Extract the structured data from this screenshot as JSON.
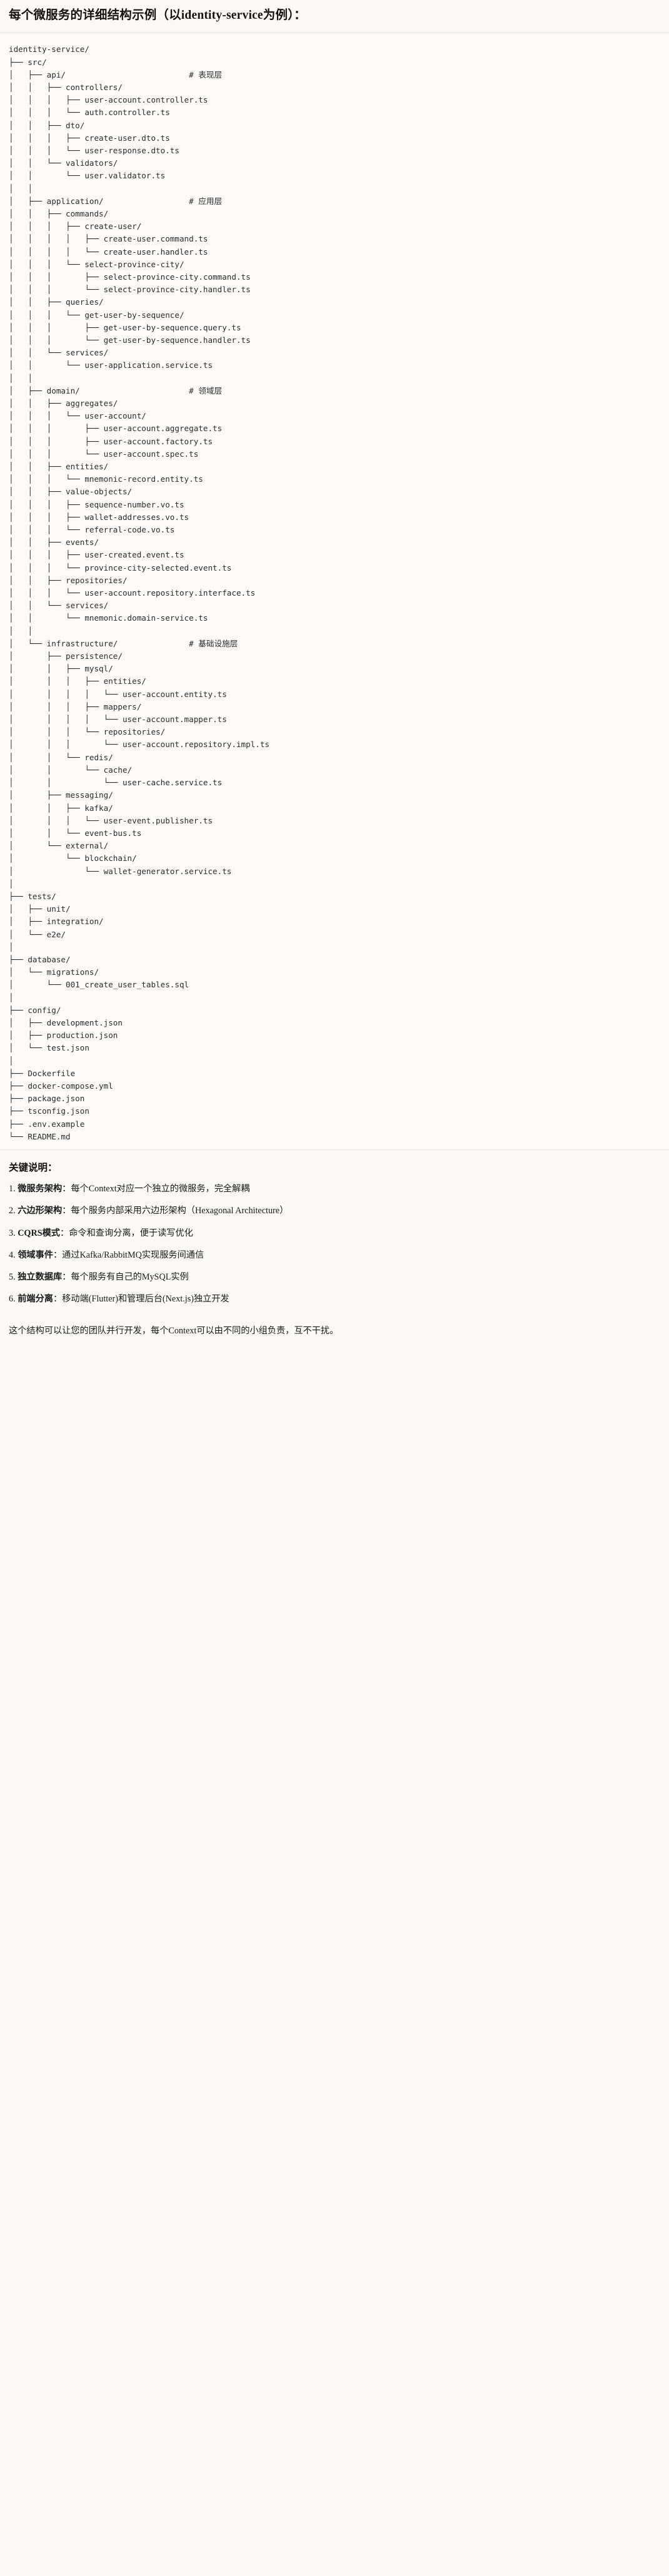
{
  "header": {
    "title": "每个微服务的详细结构示例（以identity-service为例）："
  },
  "tree": {
    "root": "identity-service/",
    "lines": [
      "identity-service/",
      "├── src/",
      "│   ├── api/                          # 表现层",
      "│   │   ├── controllers/",
      "│   │   │   ├── user-account.controller.ts",
      "│   │   │   └── auth.controller.ts",
      "│   │   ├── dto/",
      "│   │   │   ├── create-user.dto.ts",
      "│   │   │   └── user-response.dto.ts",
      "│   │   └── validators/",
      "│   │       └── user.validator.ts",
      "│   │",
      "│   ├── application/                  # 应用层",
      "│   │   ├── commands/",
      "│   │   │   ├── create-user/",
      "│   │   │   │   ├── create-user.command.ts",
      "│   │   │   │   └── create-user.handler.ts",
      "│   │   │   └── select-province-city/",
      "│   │   │       ├── select-province-city.command.ts",
      "│   │   │       └── select-province-city.handler.ts",
      "│   │   ├── queries/",
      "│   │   │   └── get-user-by-sequence/",
      "│   │   │       ├── get-user-by-sequence.query.ts",
      "│   │   │       └── get-user-by-sequence.handler.ts",
      "│   │   └── services/",
      "│   │       └── user-application.service.ts",
      "│   │",
      "│   ├── domain/                       # 领域层",
      "│   │   ├── aggregates/",
      "│   │   │   └── user-account/",
      "│   │   │       ├── user-account.aggregate.ts",
      "│   │   │       ├── user-account.factory.ts",
      "│   │   │       └── user-account.spec.ts",
      "│   │   ├── entities/",
      "│   │   │   └── mnemonic-record.entity.ts",
      "│   │   ├── value-objects/",
      "│   │   │   ├── sequence-number.vo.ts",
      "│   │   │   ├── wallet-addresses.vo.ts",
      "│   │   │   └── referral-code.vo.ts",
      "│   │   ├── events/",
      "│   │   │   ├── user-created.event.ts",
      "│   │   │   └── province-city-selected.event.ts",
      "│   │   ├── repositories/",
      "│   │   │   └── user-account.repository.interface.ts",
      "│   │   └── services/",
      "│   │       └── mnemonic.domain-service.ts",
      "│   │",
      "│   └── infrastructure/               # 基础设施层",
      "│       ├── persistence/",
      "│       │   ├── mysql/",
      "│       │   │   ├── entities/",
      "│       │   │   │   └── user-account.entity.ts",
      "│       │   │   ├── mappers/",
      "│       │   │   │   └── user-account.mapper.ts",
      "│       │   │   └── repositories/",
      "│       │   │       └── user-account.repository.impl.ts",
      "│       │   └── redis/",
      "│       │       └── cache/",
      "│       │           └── user-cache.service.ts",
      "│       ├── messaging/",
      "│       │   ├── kafka/",
      "│       │   │   └── user-event.publisher.ts",
      "│       │   └── event-bus.ts",
      "│       └── external/",
      "│           └── blockchain/",
      "│               └── wallet-generator.service.ts",
      "│",
      "├── tests/",
      "│   ├── unit/",
      "│   ├── integration/",
      "│   └── e2e/",
      "│",
      "├── database/",
      "│   └── migrations/",
      "│       └── 001_create_user_tables.sql",
      "│",
      "├── config/",
      "│   ├── development.json",
      "│   ├── production.json",
      "│   └── test.json",
      "│",
      "├── Dockerfile",
      "├── docker-compose.yml",
      "├── package.json",
      "├── tsconfig.json",
      "├── .env.example",
      "└── README.md"
    ],
    "comments": [
      {
        "target": "api/",
        "text": "# 表现层"
      },
      {
        "target": "application/",
        "text": "# 应用层"
      },
      {
        "target": "domain/",
        "text": "# 领域层"
      },
      {
        "target": "infrastructure/",
        "text": "# 基础设施层"
      }
    ]
  },
  "keypoints": {
    "title": "关键说明：",
    "items": [
      {
        "num": "1.",
        "lead": "微服务架构",
        "sep": "：",
        "desc": "每个Context对应一个独立的微服务，完全解耦"
      },
      {
        "num": "2.",
        "lead": "六边形架构",
        "sep": "：",
        "desc": "每个服务内部采用六边形架构（Hexagonal Architecture）"
      },
      {
        "num": "3.",
        "lead": "CQRS模式",
        "sep": "：",
        "desc": "命令和查询分离，便于读写优化"
      },
      {
        "num": "4.",
        "lead": "领域事件",
        "sep": "：",
        "desc": "通过Kafka/RabbitMQ实现服务间通信"
      },
      {
        "num": "5.",
        "lead": "独立数据库",
        "sep": "：",
        "desc": "每个服务有自己的MySQL实例"
      },
      {
        "num": "6.",
        "lead": "前端分离",
        "sep": "：",
        "desc": "移动端(Flutter)和管理后台(Next.js)独立开发"
      }
    ],
    "footer": "这个结构可以让您的团队并行开发，每个Context可以由不同的小组负责，互不干扰。"
  }
}
